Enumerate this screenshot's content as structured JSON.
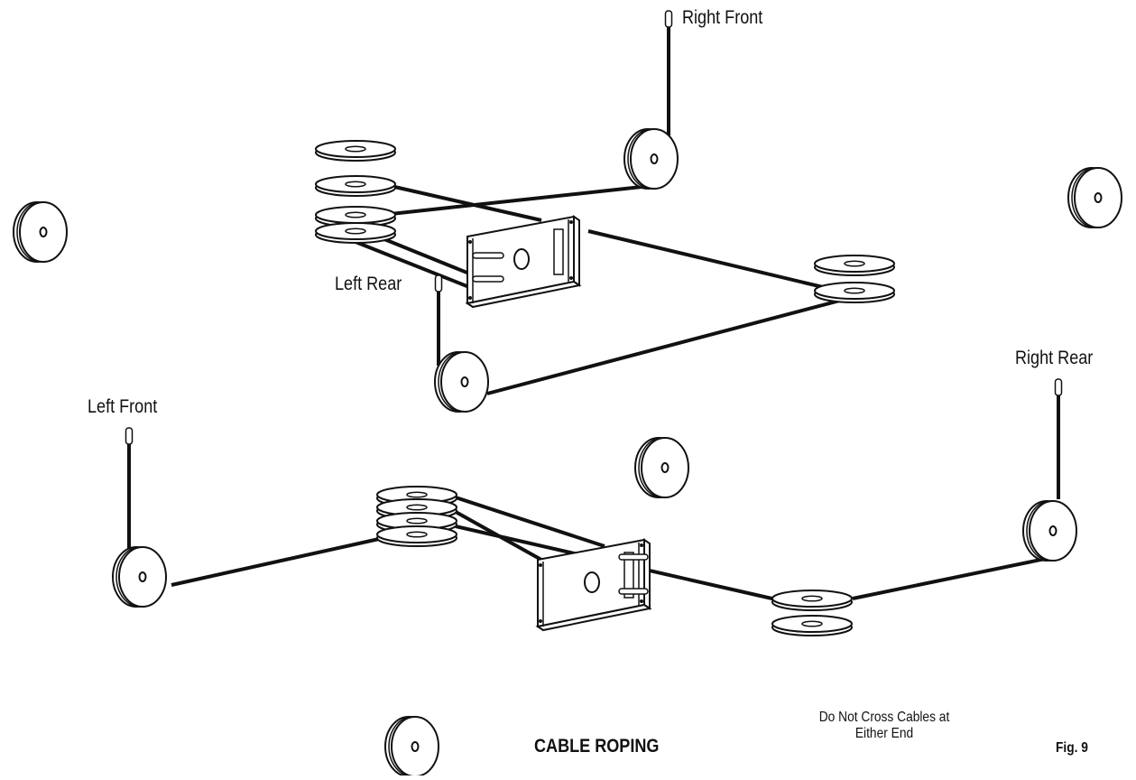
{
  "labels": {
    "right_front": "Right Front",
    "left_rear": "Left Rear",
    "right_rear": "Right Rear",
    "left_front": "Left Front"
  },
  "footer": {
    "title": "CABLE ROPING",
    "note_line1": "Do Not Cross Cables at",
    "note_line2": "Either End",
    "fig": "Fig. 9"
  },
  "colors": {
    "line": "#111111",
    "fill": "#ffffff"
  }
}
